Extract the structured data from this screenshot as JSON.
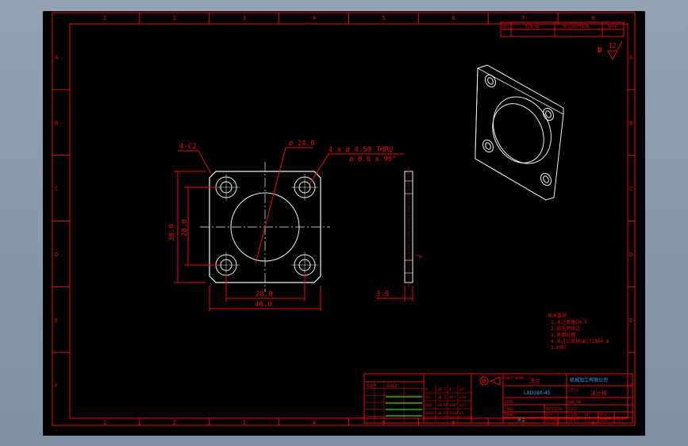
{
  "drawing": {
    "zone_columns": [
      "1",
      "2",
      "3",
      "4",
      "5",
      "6",
      "7",
      "8"
    ],
    "zone_rows": [
      "A",
      "B",
      "C",
      "D",
      "E",
      "F"
    ],
    "revision_header": [
      "REV",
      "ECN NO",
      "DESCRIPTION",
      "APPR"
    ],
    "surface_finish": {
      "letter": "D",
      "value": "12"
    },
    "front_view": {
      "corner_chamfer": "4-C2",
      "bore_dia": "ø 24.0",
      "hole_callout": "4 x ø 4.50 THRU",
      "counterbore_callout": "ø 8.6 x 90°",
      "height_overall": "38.0",
      "height_hole_spacing": "28.0",
      "width_hole_spacing": "28.0",
      "width_overall": "40.0"
    },
    "side_view": {
      "thickness": "3.0",
      "edge_finish": "√"
    },
    "notes": "技术要求\n1.未注倒角C0.5\n2.去毛刺锐边\n3.表面处理\n4.未注公差按GB/T1804-m\n5.材料"
  },
  "title_block": {
    "grid_header": [
      "SURF",
      "SCALE"
    ],
    "tol_rows": [
      [
        "X",
        "±0.5",
        "X°",
        "±1°"
      ],
      [
        "XX",
        "±0.1",
        "XX°",
        "±30'"
      ],
      [
        "XXX",
        "±0.05",
        "XXX°",
        "±15'"
      ],
      [
        "XXXX",
        "±0.01",
        "XXXX°",
        "±5'"
      ]
    ],
    "part_name_label": "PART NAME",
    "part_name": "法兰",
    "company": "机械加工有限公司",
    "drawing_no": "LXD180-45",
    "material_label": "MATERIAL",
    "material": "Q235",
    "title_label": "TITLE",
    "title": "法兰板",
    "qty_label": "QTY",
    "qty": "1",
    "appd_label": "APPD",
    "chkd_label": "CHKD",
    "drwn_label": "DRWN",
    "drwn_name": "张工",
    "dwg_no_label": "DWG NO",
    "rev_label": "REV",
    "size_label": "SIZE",
    "size": "A4",
    "sheet_label": "SHEET",
    "sheet": "1/1",
    "scale_label": "SCALE",
    "scale": "1:1",
    "weight_label": "WT",
    "weight": "0.03kg"
  }
}
